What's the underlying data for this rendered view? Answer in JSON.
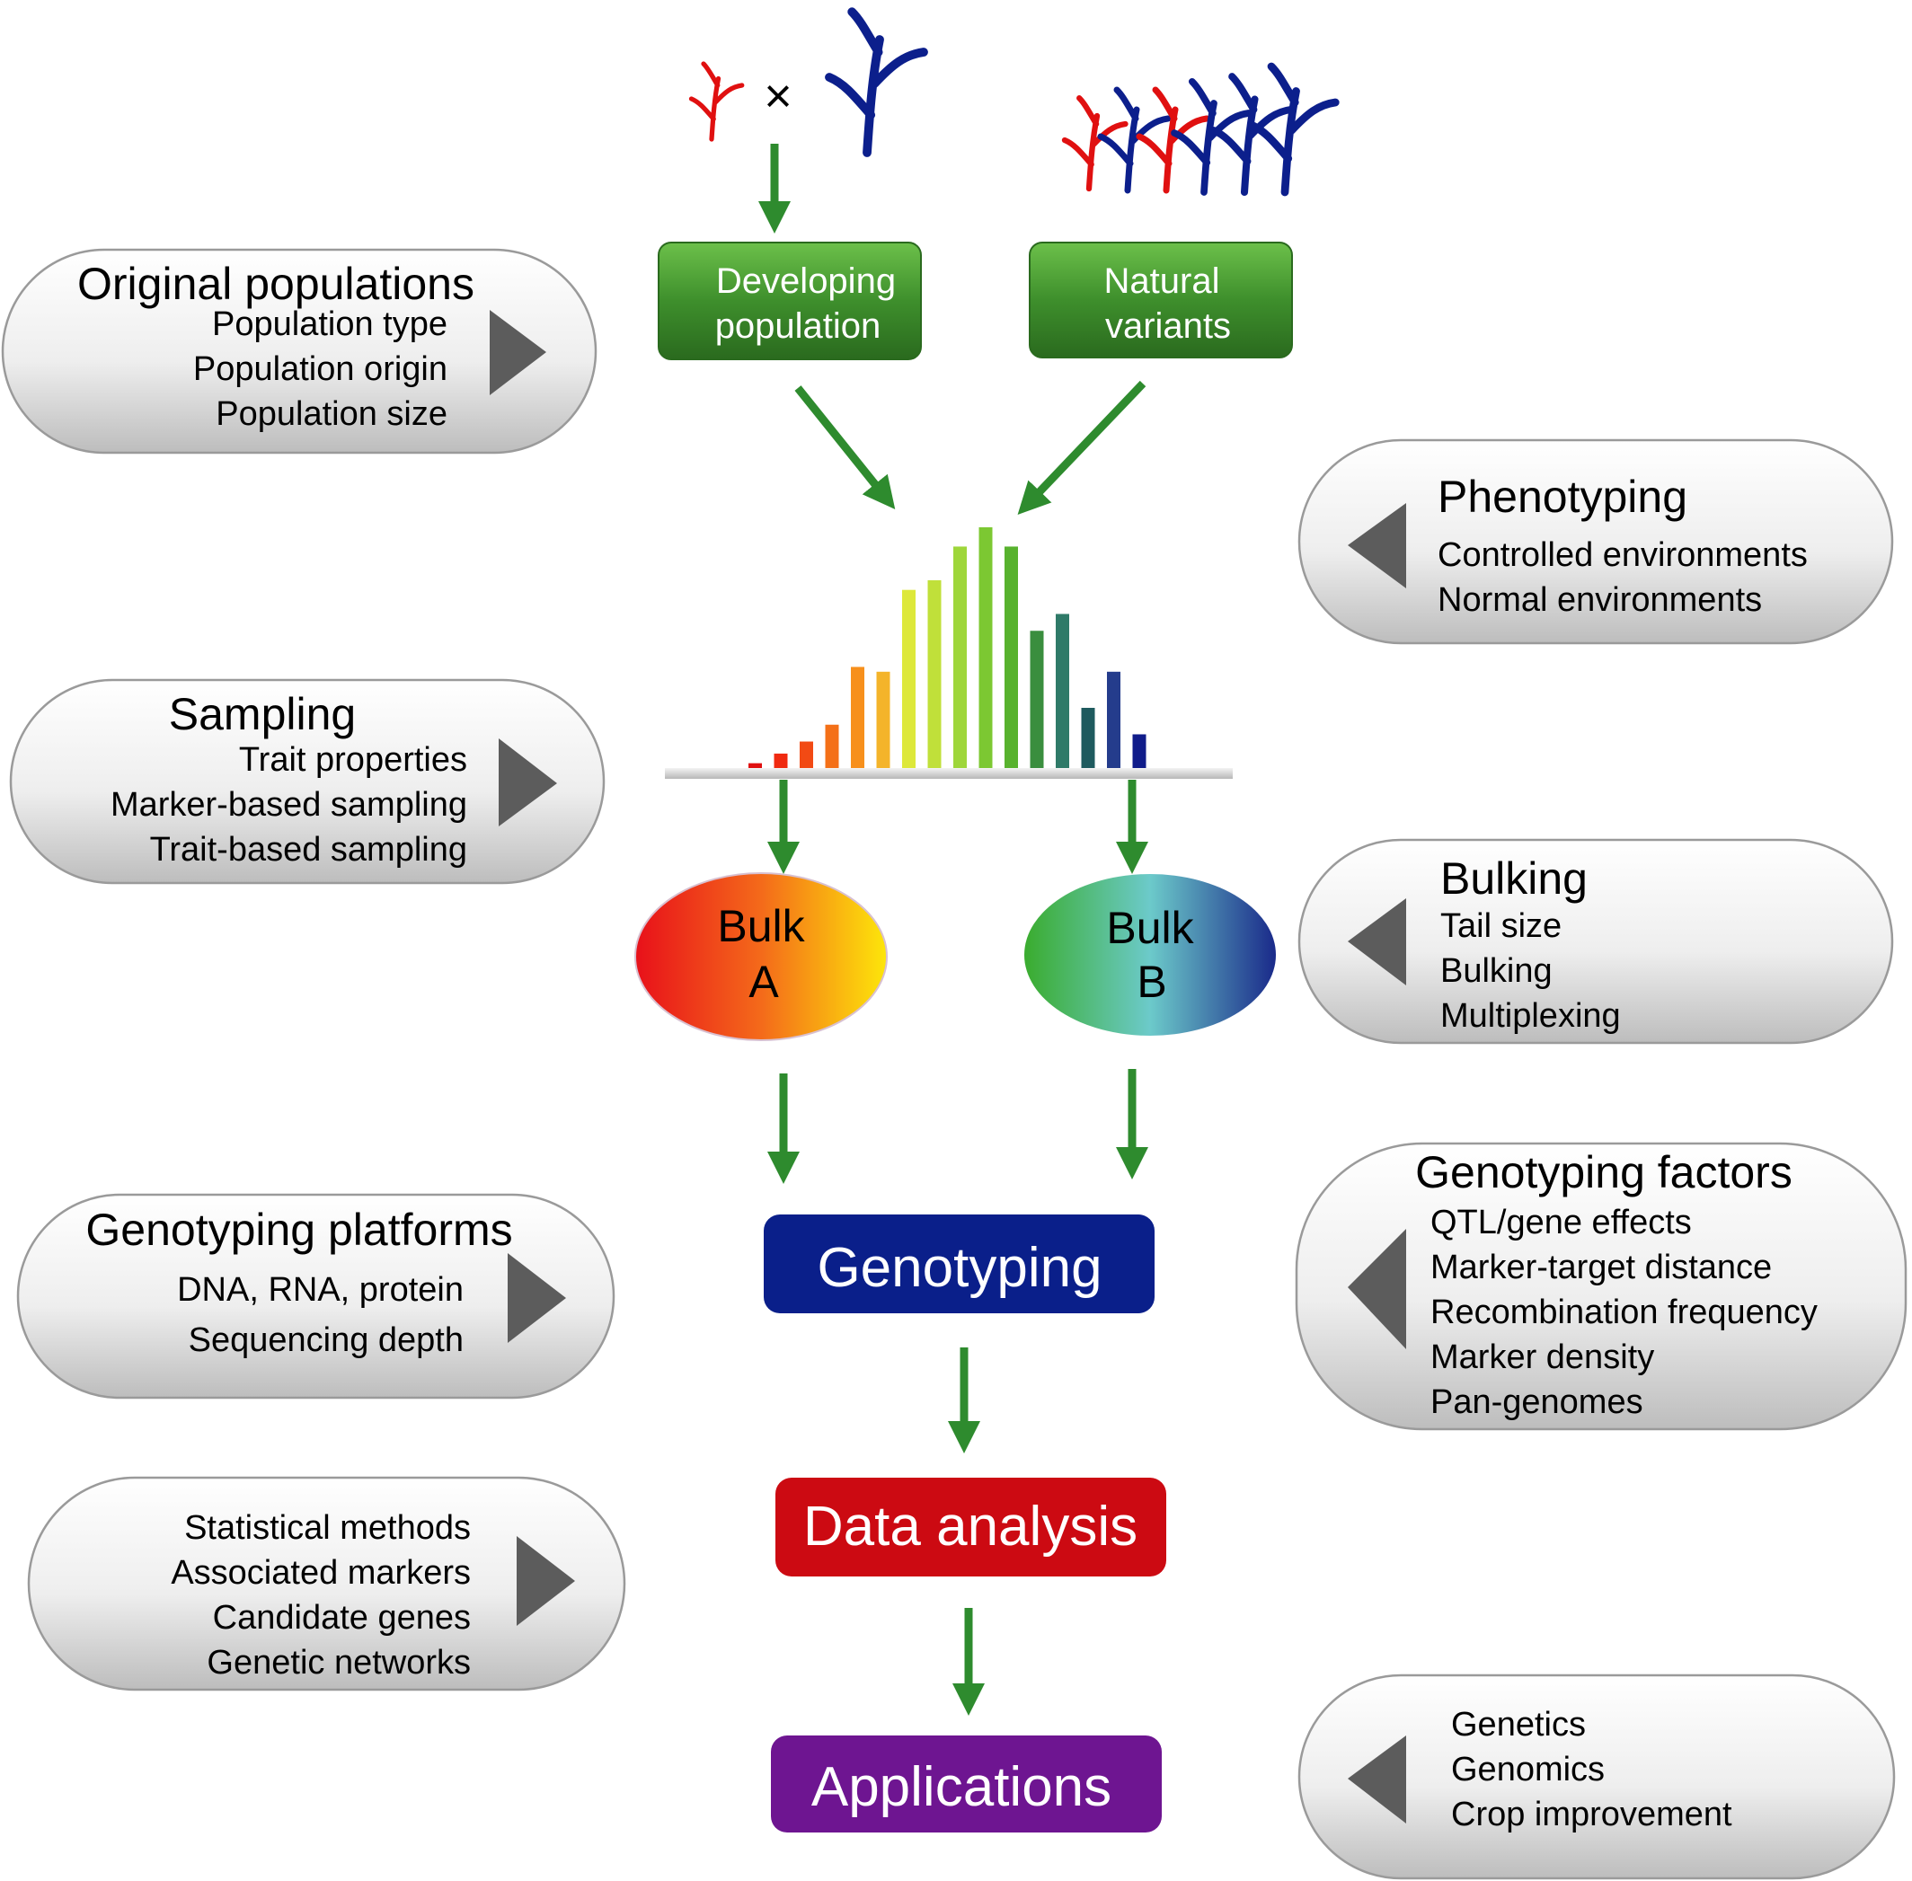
{
  "colors": {
    "arrow": "#2e8b2e",
    "red_plant": "#e01010",
    "blue_plant": "#0c1f8c",
    "green_box": "#3d8f2c",
    "genotyping": "#0a1f8a",
    "data_analysis": "#cc0a12",
    "applications": "#6e1591",
    "pill_text": "#000000",
    "triangle": "#5c5c5c"
  },
  "icons": [
    "plant-icon",
    "cross-icon",
    "triangle-right-icon",
    "triangle-left-icon"
  ],
  "cross_symbol": "×",
  "center": {
    "developing_population": [
      "Developing",
      "population"
    ],
    "natural_variants": [
      "Natural",
      "variants"
    ],
    "bulk_a": [
      "Bulk",
      "A"
    ],
    "bulk_b": [
      "Bulk",
      "B"
    ],
    "genotyping": "Genotyping",
    "data_analysis": "Data analysis",
    "applications": "Applications"
  },
  "distribution_bars": [
    {
      "level": 0.02,
      "color": "#e01010"
    },
    {
      "level": 0.06,
      "color": "#f02a10"
    },
    {
      "level": 0.11,
      "color": "#f24a14"
    },
    {
      "level": 0.18,
      "color": "#f47018"
    },
    {
      "level": 0.42,
      "color": "#f7901c"
    },
    {
      "level": 0.4,
      "color": "#f4b42a"
    },
    {
      "level": 0.74,
      "color": "#dde83a"
    },
    {
      "level": 0.78,
      "color": "#c0e03a"
    },
    {
      "level": 0.92,
      "color": "#9ed63a"
    },
    {
      "level": 1.0,
      "color": "#7cc832"
    },
    {
      "level": 0.92,
      "color": "#58b22e"
    },
    {
      "level": 0.57,
      "color": "#3a8e3e"
    },
    {
      "level": 0.64,
      "color": "#2f7a68"
    },
    {
      "level": 0.25,
      "color": "#1e5a5e"
    },
    {
      "level": 0.4,
      "color": "#243c8c"
    },
    {
      "level": 0.14,
      "color": "#101c8a"
    }
  ],
  "left_panels": [
    {
      "title": "Original populations",
      "items": [
        "Population type",
        "Population origin",
        "Population size"
      ]
    },
    {
      "title": "Sampling",
      "items": [
        "Trait properties",
        "Marker-based sampling",
        "Trait-based sampling"
      ]
    },
    {
      "title": "Genotyping platforms",
      "items": [
        "DNA, RNA, protein",
        "Sequencing depth"
      ]
    },
    {
      "title": "",
      "items": [
        "Statistical methods",
        "Associated markers",
        "Candidate genes",
        "Genetic networks"
      ]
    }
  ],
  "right_panels": [
    {
      "title": "Phenotyping",
      "items": [
        "Controlled environments",
        "Normal environments"
      ]
    },
    {
      "title": "Bulking",
      "items": [
        "Tail size",
        "Bulking",
        "Multiplexing"
      ]
    },
    {
      "title": "Genotyping factors",
      "items": [
        "QTL/gene effects",
        "Marker-target distance",
        "Recombination frequency",
        "Marker density",
        "Pan-genomes"
      ]
    },
    {
      "title": "",
      "items": [
        "Genetics",
        "Genomics",
        "Crop improvement"
      ]
    }
  ]
}
